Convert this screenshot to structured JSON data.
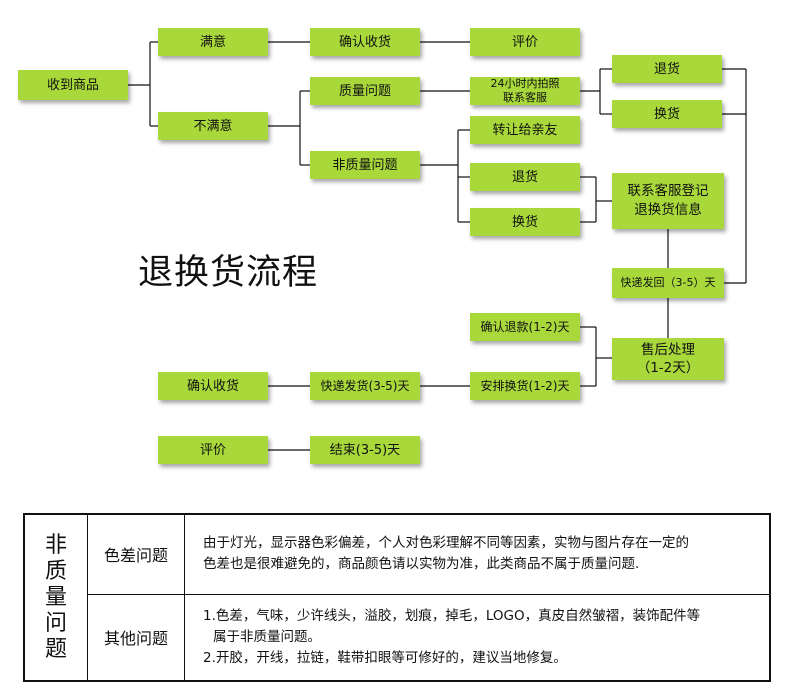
{
  "diagram": {
    "title": "退换货流程",
    "nodes": {
      "received": "收到商品",
      "satisfied": "满意",
      "unsatisfied": "不满意",
      "confirm_receipt_top": "确认收货",
      "review_top": "评价",
      "quality_issue": "质量问题",
      "non_quality_issue": "非质量问题",
      "contact_photo": "24小时内拍照\n联系客服",
      "return_top": "退货",
      "exchange_top": "换货",
      "gift_friend": "转让给亲友",
      "return_mid": "退货",
      "exchange_mid": "换货",
      "contact_register": "联系客服登记\n退换货信息",
      "express_send": "快递发回（3-5）天",
      "aftersale": "售后处理\n（1-2天）",
      "confirm_refund": "确认退款(1-2)天",
      "arrange_exchange": "安排换货(1-2)天",
      "express_deliver": "快递发货(3-5)天",
      "confirm_receipt_bottom": "确认收货",
      "review_bottom": "评价",
      "finish": "结束(3-5)天"
    }
  },
  "notes": {
    "category": "非质量问题",
    "rows": [
      {
        "label": "色差问题",
        "lines": [
          "由于灯光，显示器色彩偏差，个人对色彩理解不同等因素，实物与图片存在一定的",
          "色差也是很难避免的，商品颜色请以实物为准，此类商品不属于质量问题."
        ]
      },
      {
        "label": "其他问题",
        "lines": [
          "1.色差，气味，少许线头，溢胶，划痕，掉毛，LOGO，真皮自然皱褶，装饰配件等",
          "属于非质量问题。",
          "2.开胶，开线，拉链，鞋带扣眼等可修好的，建议当地修复。"
        ]
      }
    ]
  }
}
